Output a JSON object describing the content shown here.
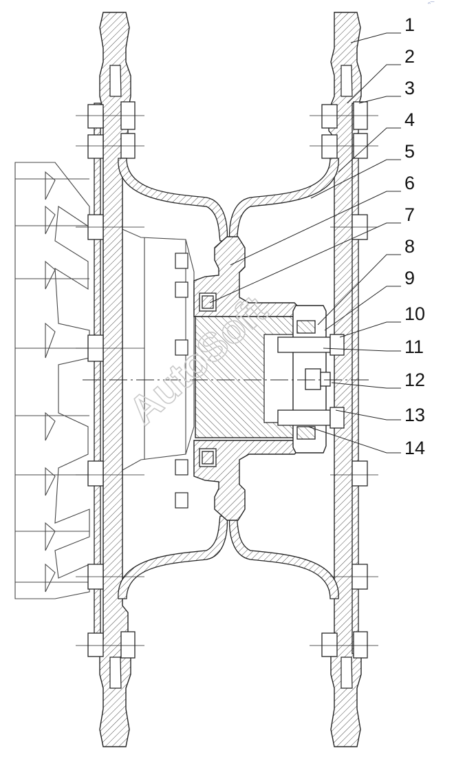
{
  "diagram": {
    "callouts": [
      "1",
      "2",
      "3",
      "4",
      "5",
      "6",
      "7",
      "8",
      "9",
      "10",
      "11",
      "12",
      "13",
      "14"
    ],
    "watermark": "AutoSoft",
    "corner_mark": "ᵔ¯"
  }
}
